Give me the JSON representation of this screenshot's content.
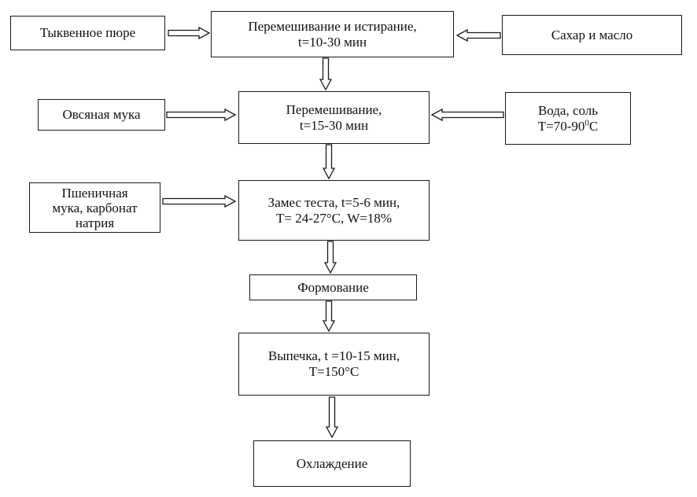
{
  "nodes": {
    "pumpkin": {
      "lines": [
        "Тыквенное пюре"
      ]
    },
    "mix1": {
      "lines": [
        "Перемешивание и истирание,",
        "t=10-30 мин"
      ]
    },
    "sugar": {
      "lines": [
        "Сахар и масло"
      ]
    },
    "oat": {
      "lines": [
        "Овсяная мука"
      ]
    },
    "mix2": {
      "lines": [
        "Перемешивание,",
        "t=15-30 мин"
      ]
    },
    "water": {
      "lines": [
        "Вода, соль",
        "T=70-90",
        "0",
        "С"
      ]
    },
    "wheat": {
      "lines": [
        "Пшеничная",
        "мука, карбонат",
        "натрия"
      ]
    },
    "dough": {
      "lines": [
        "Замес теста, t=5-6 мин,",
        "T= 24-27°C, W=18%"
      ]
    },
    "forming": {
      "lines": [
        "Формование"
      ]
    },
    "baking": {
      "lines": [
        "Выпечка, t =10-15 мин,",
        "T=150°C"
      ]
    },
    "cooling": {
      "lines": [
        "Охлаждение"
      ]
    }
  }
}
